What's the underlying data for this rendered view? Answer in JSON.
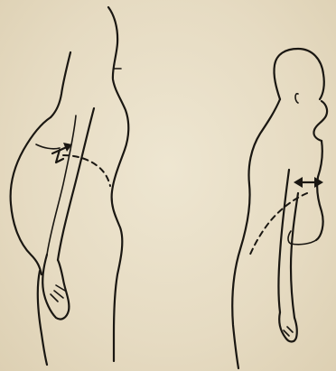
{
  "figure": {
    "panels": [
      {
        "id": "left",
        "subject": "pregnant-figure-side-view"
      },
      {
        "id": "right",
        "subject": "figure-side-view-after"
      }
    ]
  }
}
